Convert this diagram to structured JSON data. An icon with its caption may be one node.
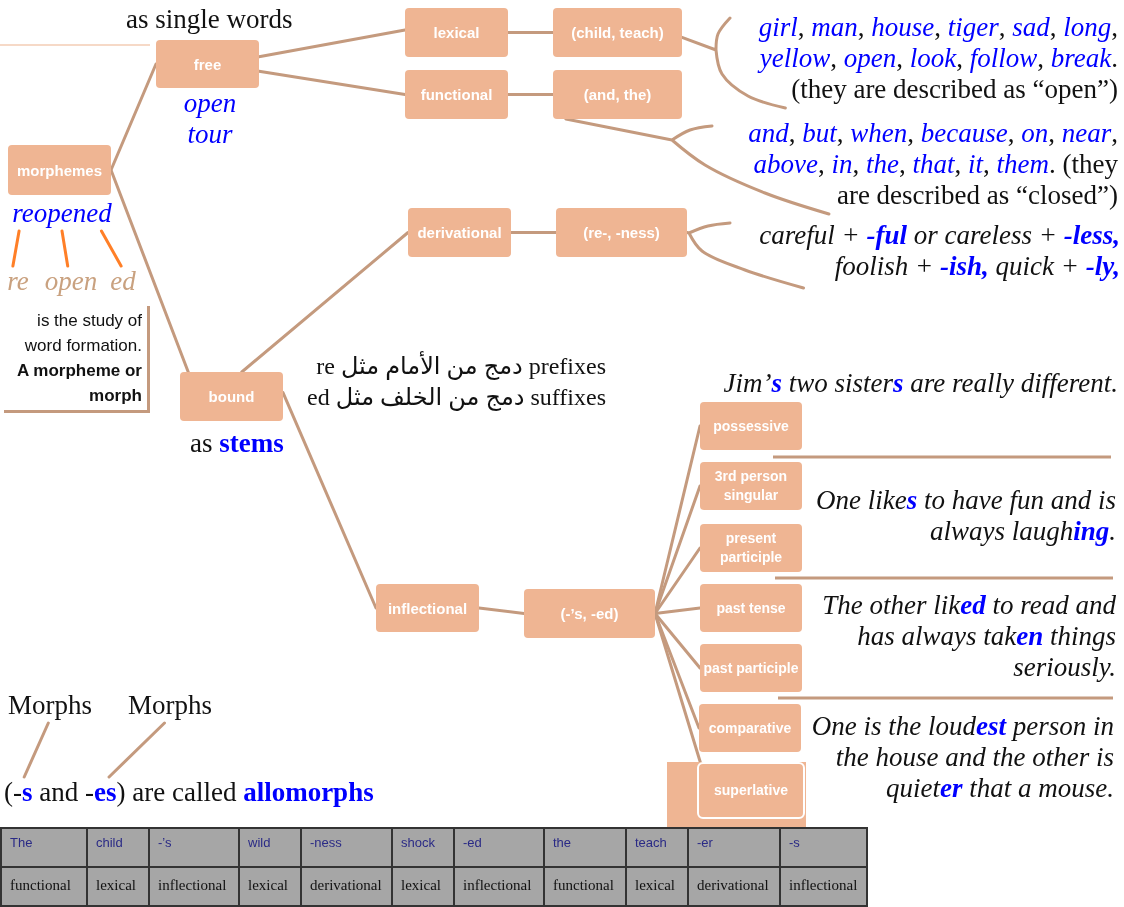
{
  "diagram": {
    "nodes": [
      {
        "text": [
          "morphemes"
        ]
      },
      {
        "text": [
          "reopened"
        ]
      },
      {
        "text": [
          "re"
        ]
      },
      {
        "text": [
          "open"
        ]
      },
      {
        "text": [
          "ed"
        ]
      },
      {
        "text": [
          "is the study of word formation.",
          "A morpheme or morph"
        ]
      },
      {
        "text": [
          "free"
        ],
        "beside": [
          "as single words",
          "open tour"
        ]
      },
      {
        "text": [
          "lexical"
        ]
      },
      {
        "text": [
          "(child, teach)"
        ]
      },
      {
        "text": [
          "*girl*, *man*, *house*, *tiger*, *sad*, *long*, *yellow*, *open*, *look*, *follow*, *break*. (they are described as “open”)"
        ]
      },
      {
        "text": [
          "functional"
        ]
      },
      {
        "text": [
          "(and, the)"
        ]
      },
      {
        "text": [
          "*and*, *but*, *when*, *because*, *on*, *near*, *above*, *in*, *the*, *that*, *it*, *them*. (they are described as “closed”)"
        ]
      },
      {
        "text": [
          "bound"
        ],
        "beside": [
          "as **stems**"
        ]
      },
      {
        "text": [
          "derivational"
        ]
      },
      {
        "text": [
          "(re-, -ness)"
        ]
      },
      {
        "text": [
          "careful + **-ful** or careless + **-less,** foolish + **-ish,** quick + **-ly,**"
        ]
      },
      {
        "text": [
          "inflectional"
        ]
      },
      {
        "text": [
          "(-’s, -ed)"
        ]
      },
      {
        "text": [
          "possessive"
        ]
      },
      {
        "text": [
          "3rd person singular"
        ]
      },
      {
        "text": [
          "present participle"
        ]
      },
      {
        "text": [
          "past tense"
        ]
      },
      {
        "text": [
          "past participle"
        ]
      },
      {
        "text": [
          "comparative"
        ]
      },
      {
        "text": [],
        "shape": "box"
      },
      {
        "text": [
          "superlative"
        ],
        "in": 25
      },
      {
        "text": [
          "Morphs"
        ]
      },
      {
        "text": [
          "Morphs"
        ]
      },
      {
        "text": [
          "(-**s** and -**es**) are called **allomorphs**"
        ]
      }
    ],
    "edges": [
      {
        "from": 0,
        "to": 6,
        "arrow": "none"
      },
      {
        "from": 0,
        "to": 13,
        "arrow": "none"
      },
      {
        "from": 6,
        "to": 7,
        "arrow": "none"
      },
      {
        "from": 6,
        "to": 10,
        "arrow": "none"
      },
      {
        "from": 7,
        "to": 8,
        "arrow": "none"
      },
      {
        "from": 10,
        "to": 11,
        "arrow": "none"
      },
      {
        "from": 8,
        "to": 9,
        "arrow": "none"
      },
      {
        "from": 11,
        "to": 12,
        "arrow": "none"
      },
      {
        "from": 13,
        "to": 14,
        "arrow": "none"
      },
      {
        "from": 13,
        "to": 17,
        "arrow": "none"
      },
      {
        "from": 14,
        "to": 15,
        "arrow": "none"
      },
      {
        "from": 15,
        "to": 16,
        "arrow": "none"
      },
      {
        "from": 17,
        "to": 18,
        "arrow": "none"
      },
      {
        "from": 18,
        "to": 19,
        "arrow": "none"
      },
      {
        "from": 18,
        "to": 20,
        "arrow": "none"
      },
      {
        "from": 18,
        "to": 21,
        "arrow": "none"
      },
      {
        "from": 18,
        "to": 22,
        "arrow": "none"
      },
      {
        "from": 18,
        "to": 23,
        "arrow": "none"
      },
      {
        "from": 18,
        "to": 24,
        "arrow": "none"
      },
      {
        "from": 18,
        "to": 26,
        "arrow": "none"
      },
      {
        "from": 1,
        "to": 2,
        "arrow": "none",
        "color": "#ff7f27"
      },
      {
        "from": 1,
        "to": 3,
        "arrow": "none",
        "color": "#ff7f27"
      },
      {
        "from": 1,
        "to": 4,
        "arrow": "none",
        "color": "#ff7f27"
      },
      {
        "from": 27,
        "to": 29,
        "arrow": "none"
      },
      {
        "from": 28,
        "to": 29,
        "arrow": "none"
      }
    ],
    "labels": [
      "prefixes دمج من الأمام مثل re",
      "suffixes دمج من الخلف مثل ed",
      "Jim’**s** two sister**s** are really different.",
      "One like**s** to have fun and is always laugh**ing**.",
      "The other lik**ed** to read and has always tak**en** things seriously.",
      "One is the loud**est** person in the house and the other is quiet**er** that a mouse.",
      "The",
      "child",
      "-’s",
      "wild",
      "-ness",
      "shock",
      "-ed",
      "the",
      "teach",
      "-er",
      "-s",
      "functional",
      "lexical",
      "inflectional",
      "lexical",
      "derivational",
      "lexical",
      "inflectional",
      "functional",
      "lexical",
      "derivational",
      "inflectional"
    ]
  }
}
